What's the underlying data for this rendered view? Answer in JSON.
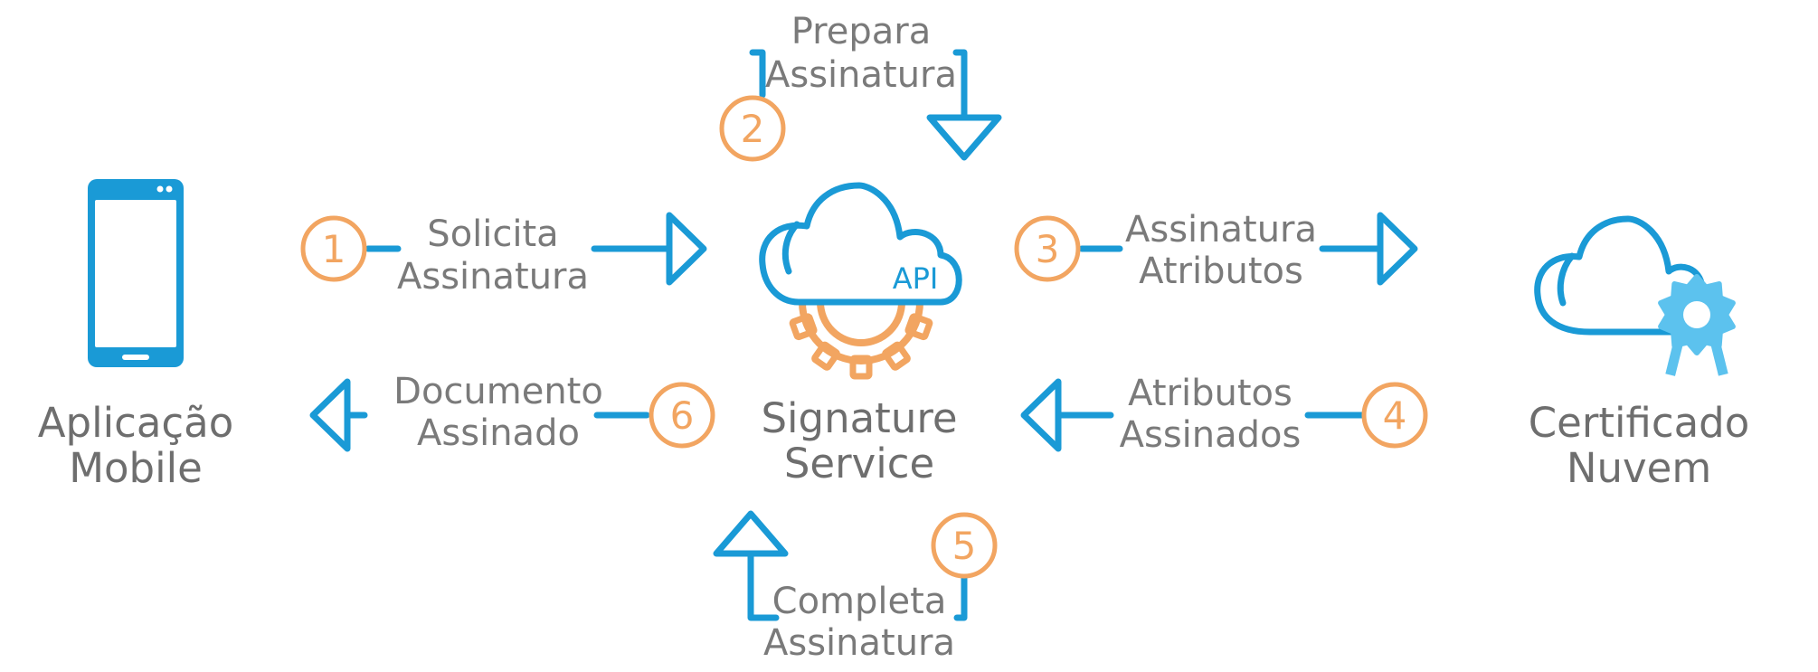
{
  "colors": {
    "arrow": "#1a9ad6",
    "step_number": "#f2a561",
    "text": "#7a7a7a",
    "gear": "#f2a561",
    "badge": "#5cc2ee"
  },
  "nodes": {
    "mobile": {
      "line1": "Aplicação",
      "line2": "Mobile",
      "icon": "smartphone-icon"
    },
    "service": {
      "line1": "Signature",
      "line2": "Service",
      "icon": "cloud-gear-icon",
      "api_label": "API"
    },
    "cloud_cert": {
      "line1": "Certificado",
      "line2": "Nuvem",
      "icon": "cloud-certificate-icon"
    }
  },
  "steps": [
    {
      "number": "1",
      "line1": "Solicita",
      "line2": "Assinatura"
    },
    {
      "number": "2",
      "line1": "Prepara",
      "line2": "Assinatura"
    },
    {
      "number": "3",
      "line1": "Assinatura",
      "line2": "Atributos"
    },
    {
      "number": "4",
      "line1": "Atributos",
      "line2": "Assinados"
    },
    {
      "number": "5",
      "line1": "Completa",
      "line2": "Assinatura"
    },
    {
      "number": "6",
      "line1": "Documento",
      "line2": "Assinado"
    }
  ]
}
